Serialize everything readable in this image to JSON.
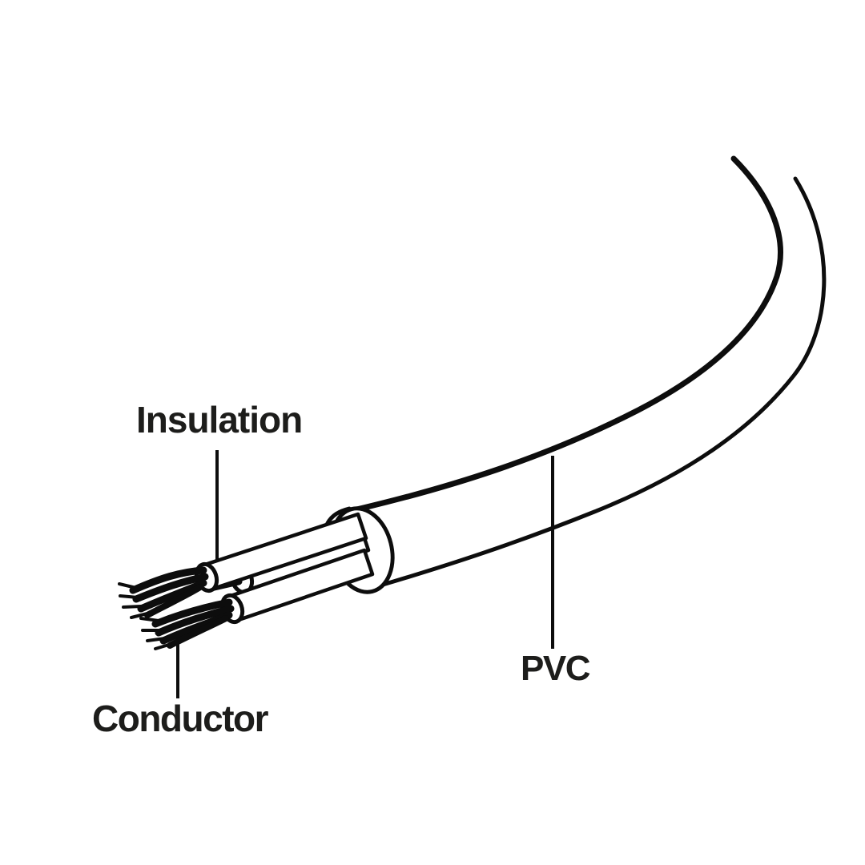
{
  "diagram": {
    "description": "line-art diagram of a stripped power cable end",
    "colors": {
      "background": "#ffffff",
      "line": "#0d0d0d",
      "text": "#1d1d1b"
    },
    "labels": {
      "insulation": "Insulation",
      "conductor": "Conductor",
      "pvc": "PVC"
    }
  }
}
